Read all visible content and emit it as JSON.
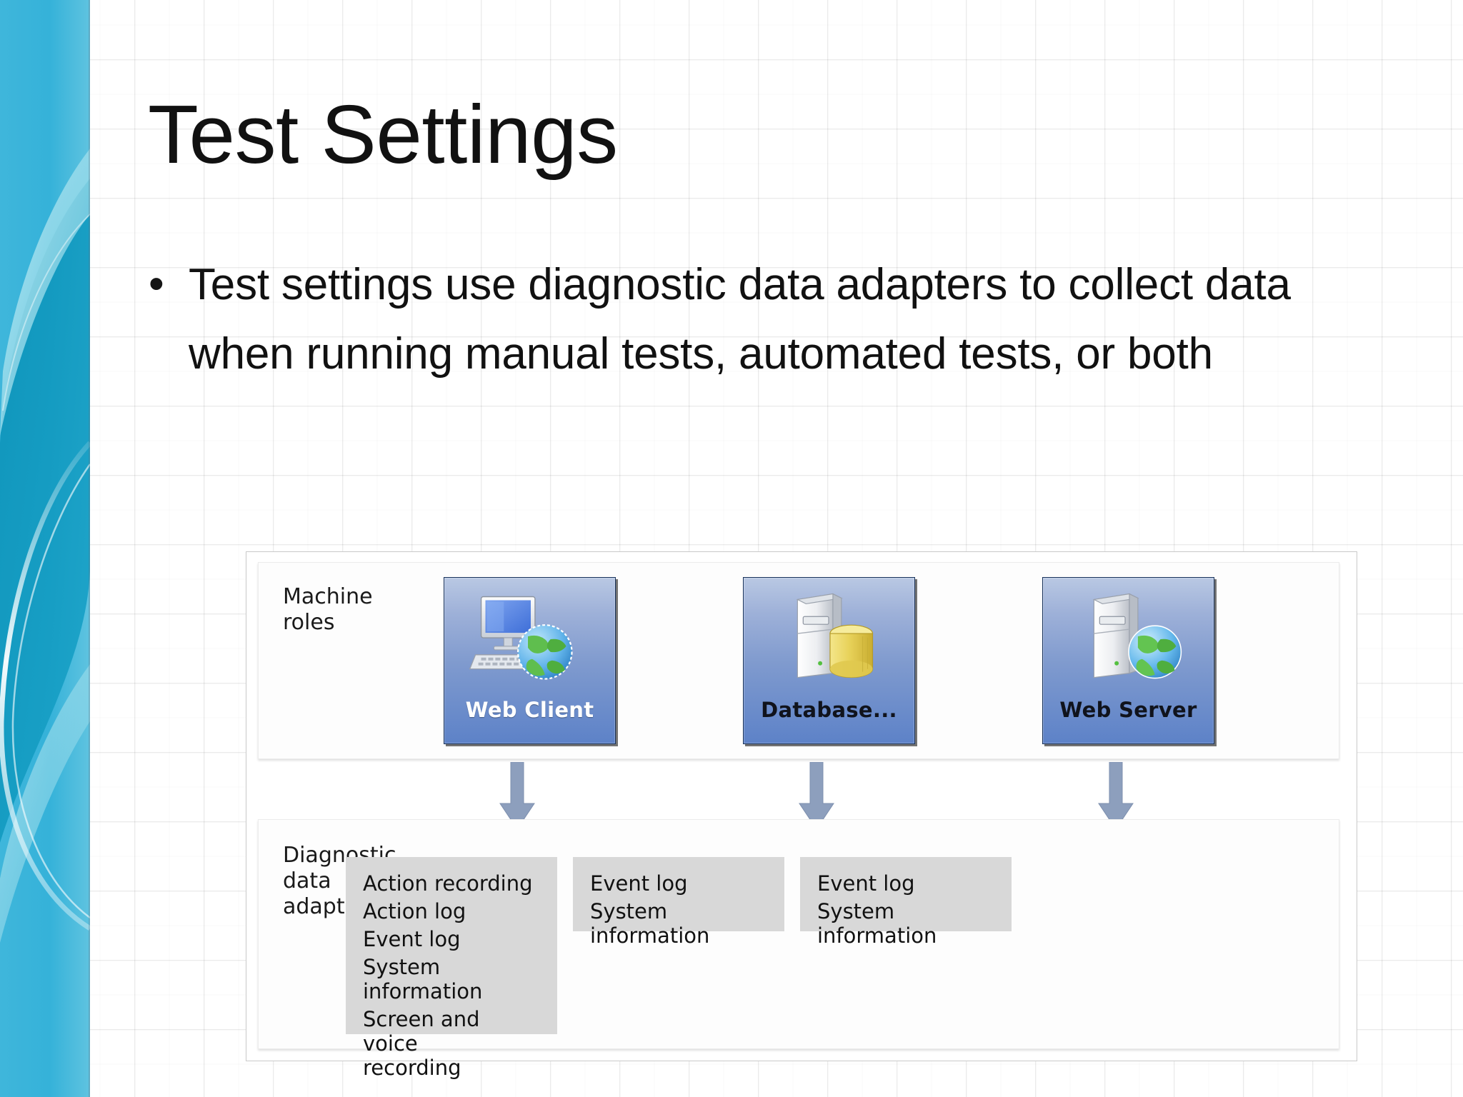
{
  "slide": {
    "title": "Test Settings",
    "bullets": [
      {
        "marker": "•",
        "text": "Test settings use diagnostic data adapters to collect data when running manual tests, automated tests, or both"
      }
    ]
  },
  "theme": {
    "sidebar_color_light": "#4fbcdd",
    "sidebar_color_mid": "#2aa9cf",
    "sidebar_color_dark": "#0b8fb5",
    "accent_swoosh": "#ffffff",
    "title_color": "#111111",
    "body_color": "#111111",
    "grid_line_color": "#e8e8e8"
  },
  "diagram": {
    "panels": {
      "roles_label": "Machine\nroles",
      "adapters_label": "Diagnostic\ndata\nadapters"
    },
    "machine_roles": [
      {
        "caption": "Web Client",
        "icon": "monitor-keyboard-globe-icon",
        "caption_style": "light"
      },
      {
        "caption": "Database...",
        "icon": "server-tower-database-icon",
        "caption_style": "dark"
      },
      {
        "caption": "Web Server",
        "icon": "server-tower-globe-icon",
        "caption_style": "dark"
      }
    ],
    "arrows": [
      {
        "name": "arrow-down-web-client",
        "direction": "down",
        "color": "#8d9fbd"
      },
      {
        "name": "arrow-down-database",
        "direction": "down",
        "color": "#8d9fbd"
      },
      {
        "name": "arrow-down-web-server",
        "direction": "down",
        "color": "#8d9fbd"
      }
    ],
    "adapter_groups": [
      {
        "for_role": "Web Client",
        "items": [
          "Action recording",
          "Action log",
          "Event log",
          "System information",
          "Screen and voice\nrecording"
        ]
      },
      {
        "for_role": "Database...",
        "items": [
          "Event log",
          "System information"
        ]
      },
      {
        "for_role": "Web Server",
        "items": [
          "Event log",
          "System information"
        ]
      }
    ],
    "adapter_box_color": "#d8d8d8"
  }
}
